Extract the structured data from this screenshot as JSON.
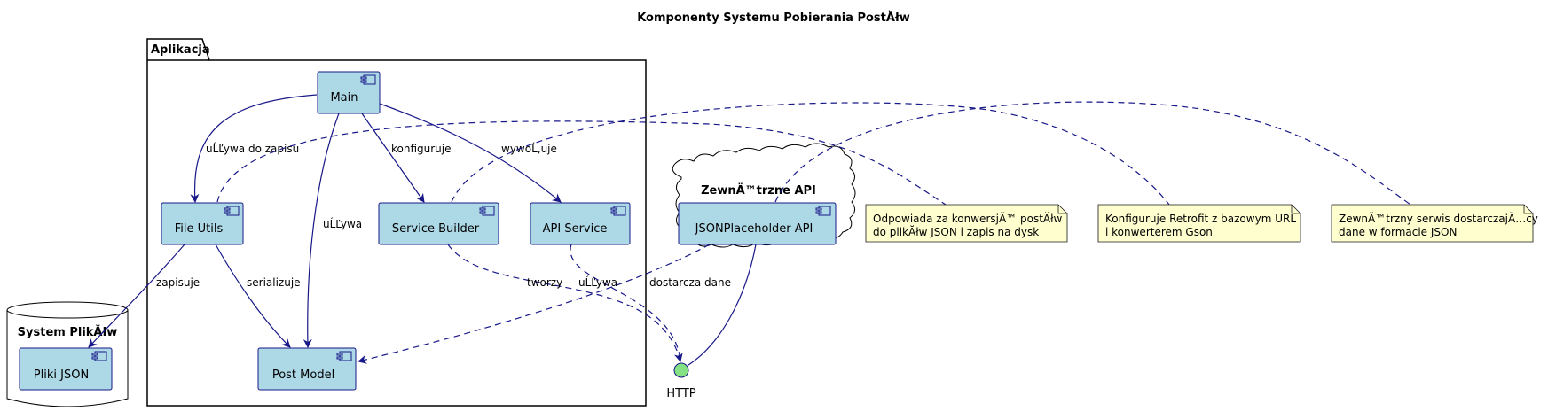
{
  "title": "Komponenty Systemu Pobierania PostĂłw",
  "packages": {
    "app": "Aplikacja",
    "fs": "System PlikĂłw",
    "api": "ZewnÄ™trzne API"
  },
  "components": {
    "main": "Main",
    "file_utils": "File Utils",
    "service_builder": "Service Builder",
    "api_service": "API Service",
    "post_model": "Post Model",
    "json_files": "Pliki JSON",
    "jsonplaceholder": "JSONPlaceholder API"
  },
  "interface": {
    "http": "HTTP"
  },
  "edges": {
    "main_fileutils": "uĹĽywa do zapisu",
    "main_postmodel": "uĹĽywa",
    "main_servicebuilder": "konfiguruje",
    "main_apiservice": "wywoĹ‚uje",
    "fileutils_json": "zapisuje",
    "fileutils_post": "serializuje",
    "servicebuilder_http": "tworzy",
    "apiservice_http": "uĹĽywa",
    "jsonph_post": "dostarcza dane"
  },
  "notes": {
    "note1": [
      "Odpowiada za konwersjÄ™ postĂłw",
      "do plikĂłw JSON i zapis na dysk"
    ],
    "note2": [
      "Konfiguruje Retrofit z bazowym URL",
      "i konwerterem Gson"
    ],
    "note3": [
      "ZewnÄ™trzny serwis dostarczajÄ…cy",
      "dane w formacie JSON"
    ]
  },
  "colors": {
    "component_fill": "#add8e6",
    "edge": "#181888",
    "note_fill": "#fefece",
    "interface_fill": "#84e184"
  }
}
